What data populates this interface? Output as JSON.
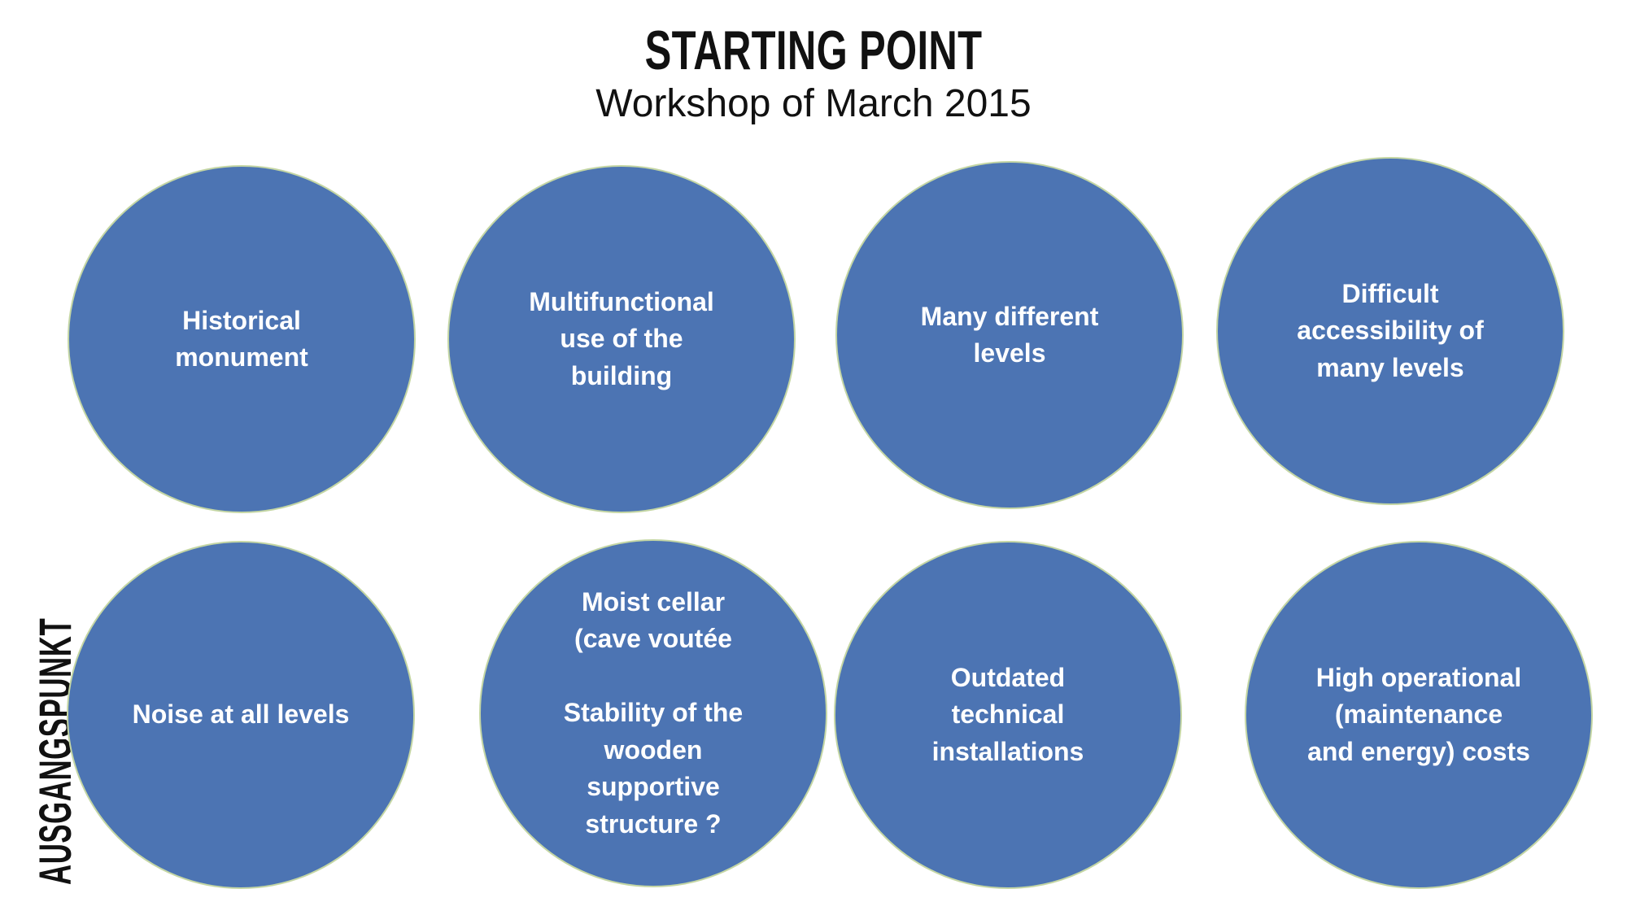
{
  "slide": {
    "title": "STARTING POINT",
    "subtitle": "Workshop of March 2015",
    "side_label": "AUSGANGSPUNKT",
    "colors": {
      "background": "#ffffff",
      "circle_fill": "#4C74B3",
      "circle_border": "#C4D6A4",
      "circle_text": "#ffffff",
      "heading_text": "#111111"
    },
    "circles": [
      {
        "name": "historical-monument",
        "text": "Historical\nmonument"
      },
      {
        "name": "multifunctional-use",
        "text": "Multifunctional\nuse of the\nbuilding"
      },
      {
        "name": "many-different-levels",
        "text": "Many different\nlevels"
      },
      {
        "name": "difficult-accessibility",
        "text": "Difficult\naccessibility of\nmany levels"
      },
      {
        "name": "noise-at-all-levels",
        "text": "Noise at all levels"
      },
      {
        "name": "moist-cellar-stability",
        "text": "Moist cellar\n(cave voutée\n\nStability of the\nwooden\nsupportive\nstructure ?"
      },
      {
        "name": "outdated-technical-installations",
        "text": "Outdated\ntechnical\ninstallations"
      },
      {
        "name": "high-operational-costs",
        "text": "High operational\n(maintenance\nand energy) costs"
      }
    ]
  }
}
